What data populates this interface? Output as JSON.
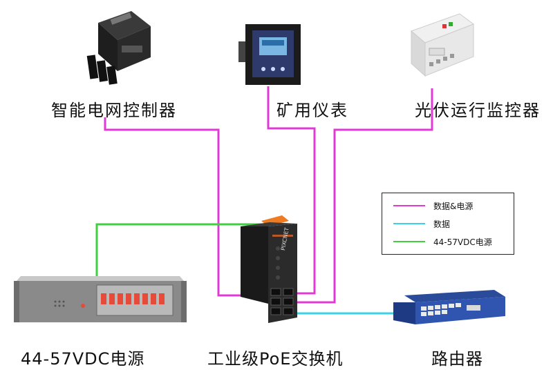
{
  "devices": {
    "smart_controller": {
      "label": "智能电网控制器",
      "icon": "power-controller-icon"
    },
    "mine_meter": {
      "label": "矿用仪表",
      "icon": "meter-icon"
    },
    "pv_monitor": {
      "label": "光伏运行监控器",
      "icon": "pv-controller-icon"
    },
    "power_supply": {
      "label": "44-57VDC电源",
      "icon": "rack-power-supply-icon"
    },
    "poe_switch": {
      "label": "工业级PoE交换机",
      "icon": "poe-switch-icon",
      "brand": "PIXCNET"
    },
    "router": {
      "label": "路由器",
      "icon": "router-icon"
    }
  },
  "legend": {
    "items": [
      {
        "label": "数据&电源",
        "color": "#e03ad6"
      },
      {
        "label": "数据",
        "color": "#39d3e8"
      },
      {
        "label": "44-57VDC电源",
        "color": "#3fcf3f"
      }
    ]
  },
  "colors": {
    "data_power": "#e03ad6",
    "data": "#39d3e8",
    "dc_power": "#3fcf3f"
  }
}
